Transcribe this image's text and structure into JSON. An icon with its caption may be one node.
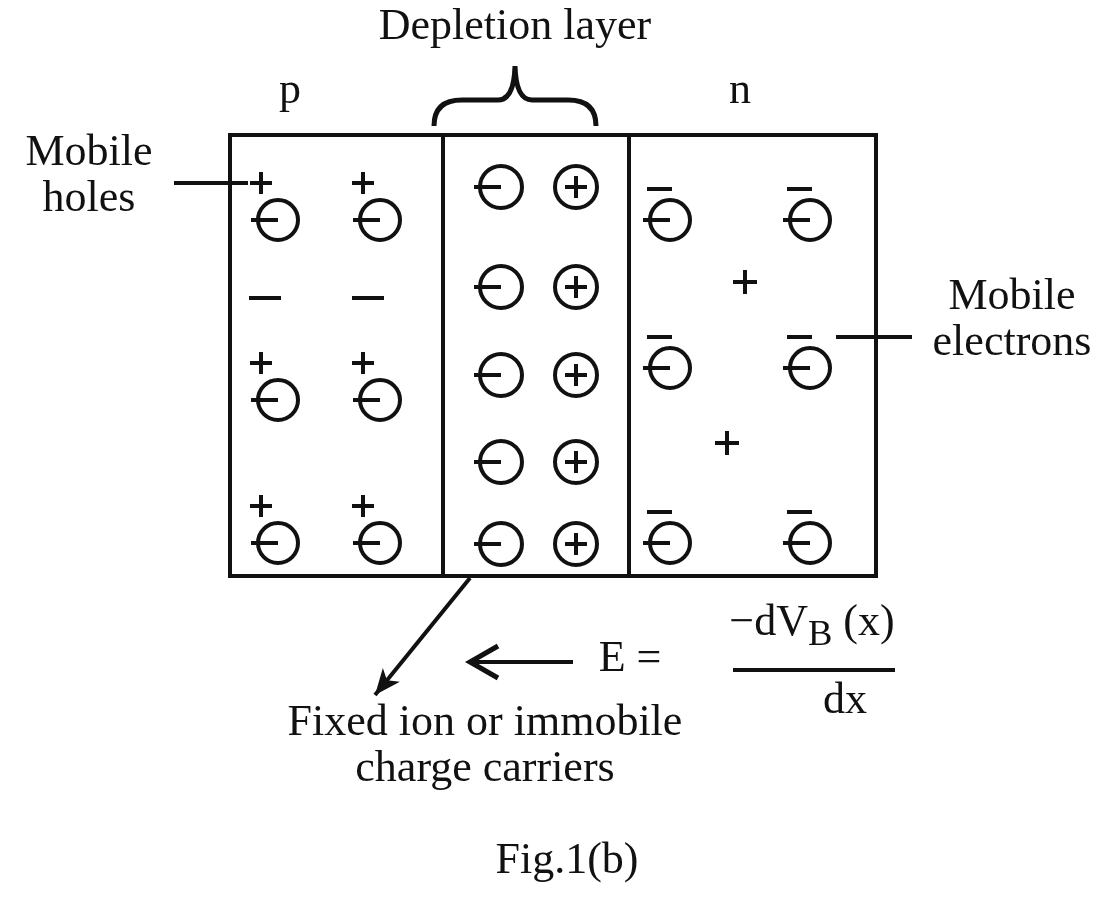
{
  "diagram": {
    "caption": "Fig.1(b)",
    "nodes": [
      {
        "text": [
          "p"
        ]
      },
      {
        "text": [
          "Depletion layer"
        ]
      },
      {
        "text": [
          "n"
        ]
      },
      {
        "text": [],
        "shape": "circle",
        "in": 0
      },
      {
        "text": [],
        "shape": "circle",
        "in": 0
      },
      {
        "text": [],
        "shape": "circle",
        "in": 0
      },
      {
        "text": [],
        "shape": "circle",
        "in": 0
      },
      {
        "text": [],
        "shape": "circle",
        "in": 0
      },
      {
        "text": [],
        "shape": "circle",
        "in": 0
      },
      {
        "text": [],
        "shape": "circle",
        "in": 2
      },
      {
        "text": [],
        "shape": "circle",
        "in": 2
      },
      {
        "text": [],
        "shape": "circle",
        "in": 2
      },
      {
        "text": [],
        "shape": "circle",
        "in": 2
      },
      {
        "text": [],
        "shape": "circle",
        "in": 2
      },
      {
        "text": [],
        "shape": "circle",
        "in": 2
      },
      {
        "text": [
          "Mobile holes"
        ]
      },
      {
        "text": [
          "Mobile electrons"
        ]
      },
      {
        "text": [
          "Fixed ion or immobile charge carriers"
        ]
      }
    ],
    "edges": [
      {
        "from": 15,
        "to": 3,
        "arrow": "none"
      },
      {
        "from": 16,
        "to": 12,
        "arrow": "none"
      },
      {
        "from": 1,
        "to": 17,
        "arrow": "to"
      }
    ],
    "labels": [
      "E =",
      "−dV$_{B}$ (x)",
      "dx"
    ]
  }
}
